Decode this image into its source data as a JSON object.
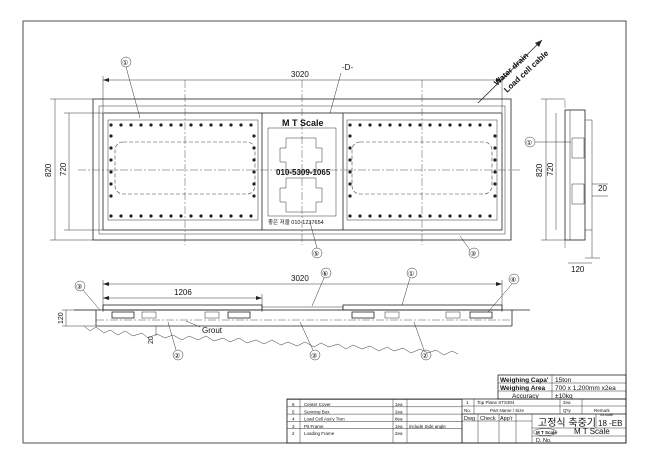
{
  "dimensions": {
    "top_length": "3020",
    "top_width_outer": "820",
    "top_width_inner": "720",
    "side_width_outer": "820",
    "side_width_inner": "720",
    "side_depth": "20",
    "side_bottom": "120",
    "elev_length": "3020",
    "elev_half": "1206",
    "elev_height": "120",
    "elev_grout_depth": "20",
    "section_mark": "-D-"
  },
  "callouts": {
    "top": [
      "①",
      "⑤",
      "③",
      "①"
    ],
    "elevation": [
      "③",
      "⑥",
      "①",
      "④",
      "②",
      "③",
      "②"
    ]
  },
  "labels": {
    "water_drain": "Water drain",
    "load_cell_cable": "Load cell cable",
    "center_brand": "M T Scale",
    "center_phone": "010-5309-1065",
    "center_small": "좋은 저울 010-1237654",
    "grout": "Grout"
  },
  "parts_table": [
    {
      "no": "6",
      "name": "Center Cover",
      "qty": "1ea",
      "remark": ""
    },
    {
      "no": "5",
      "name": "Sunning Box",
      "qty": "2ea",
      "remark": ""
    },
    {
      "no": "4",
      "name": "Load Cell Ass'y   7ton",
      "qty": "8ea",
      "remark": ""
    },
    {
      "no": "3",
      "name": "Pit Frame",
      "qty": "1ea",
      "remark": "include Side angle"
    },
    {
      "no": "2",
      "name": "Loading Frame",
      "qty": "2ea",
      "remark": ""
    },
    {
      "no": "1",
      "name": "Top Plane   STS304",
      "qty": "2ea",
      "remark": ""
    }
  ],
  "parts_header": {
    "no": "No.",
    "name": "Part Name / Size",
    "qty": "Q'ty",
    "remark": "Remark"
  },
  "spec": {
    "capa_label": "Weighing Capa'",
    "capa_value": "15ton",
    "area_label": "Weighing Area",
    "area_value": "700 x 1,200mm x2ea",
    "accuracy_label": "Accuracy",
    "accuracy_value": "±10kg"
  },
  "title_block": {
    "dwg": "Dwg",
    "check": "Check",
    "appr": "App'r",
    "title": "고정식 축중기",
    "model": "18 -EB",
    "maker_small": "mt-scale",
    "maker_logo": "M T Scale",
    "scale_word": "M T Scale",
    "dwg_no": "D. No."
  }
}
